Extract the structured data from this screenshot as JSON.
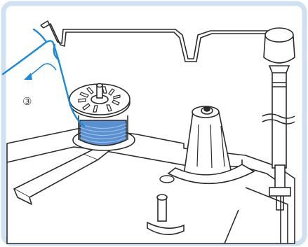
{
  "illustration": {
    "step_marker": "③",
    "colors": {
      "panel_border": "#cfe0f1",
      "thread": "#1e88d8",
      "spool_thread": "#5a8fd0",
      "line": "#2b2b2b",
      "machine_fill": "#ffffff"
    },
    "icons": {
      "step_marker": "circled-digit-3",
      "direction_arrow": "curved-arrow-left"
    }
  }
}
